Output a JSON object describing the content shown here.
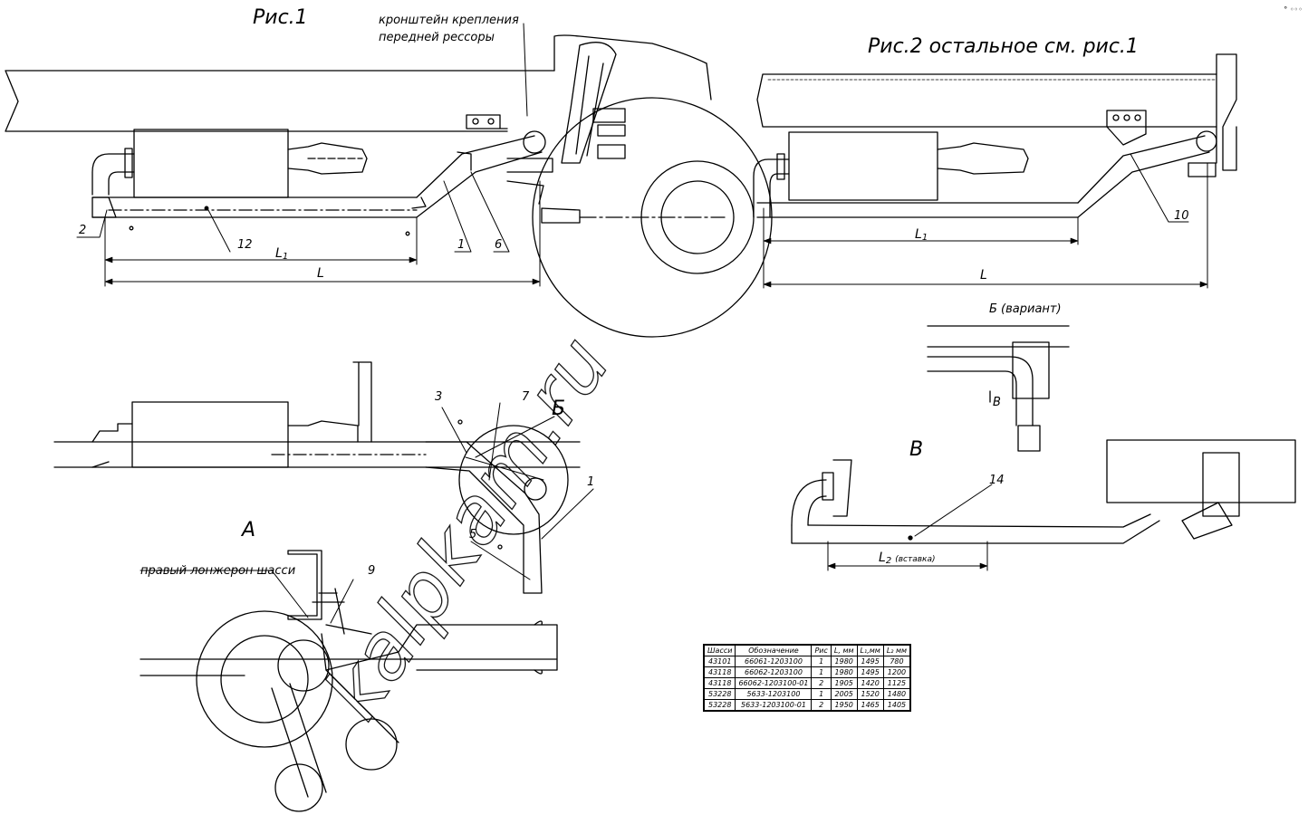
{
  "figures": {
    "fig1_title": "Рис.1",
    "fig2_title": "Рис.2 остальное см. рис.1",
    "bracket_note_line1": "кронштейн крепления",
    "bracket_note_line2": "передней рессоры",
    "view_a": "А",
    "view_b_variant": "Б (вариант)",
    "view_b_marker": "Б",
    "view_v": "В",
    "view_v_marker": "В",
    "right_chassis_note": "правый лонжерон шасси"
  },
  "dimensions": {
    "L": "L",
    "L1": "L",
    "L1_sub": "1",
    "L2": "L",
    "L2_sub": "2",
    "L2_note": "(вставка)"
  },
  "callouts": [
    "1",
    "2",
    "3",
    "5",
    "6",
    "7",
    "9",
    "10",
    "12",
    "14"
  ],
  "watermark": "kalpkam.ru",
  "corner_mark": "° ◦◦◦",
  "table": {
    "headers": [
      "Шасси",
      "Обозначение",
      "Рис",
      "L, мм",
      "L₁,мм",
      "L₂ мм"
    ],
    "rows": [
      [
        "43101",
        "66061-1203100",
        "1",
        "1980",
        "1495",
        "780"
      ],
      [
        "43118",
        "66062-1203100",
        "1",
        "1980",
        "1495",
        "1200"
      ],
      [
        "43118",
        "66062-1203100-01",
        "2",
        "1905",
        "1420",
        "1125"
      ],
      [
        "53228",
        "5633-1203100",
        "1",
        "2005",
        "1520",
        "1480"
      ],
      [
        "53228",
        "5633-1203100-01",
        "2",
        "1950",
        "1465",
        "1405"
      ]
    ]
  }
}
